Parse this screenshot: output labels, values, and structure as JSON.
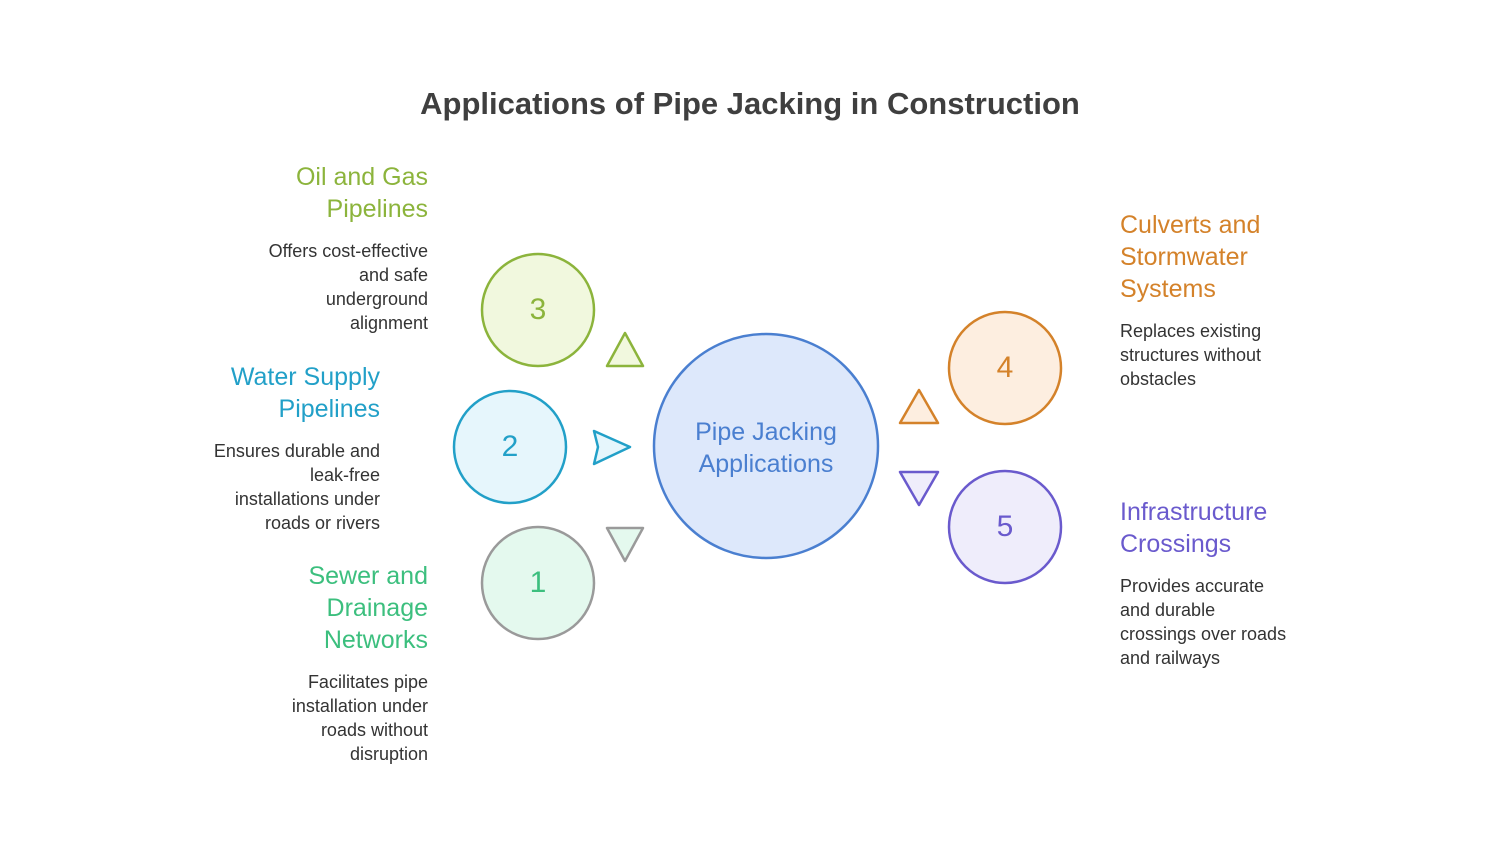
{
  "title": "Applications of Pipe Jacking in Construction",
  "center": {
    "label_line1": "Pipe Jacking",
    "label_line2": "Applications",
    "color": "#4a7fd0"
  },
  "items": [
    {
      "number": "1",
      "heading": [
        "Sewer and",
        "Drainage",
        "Networks"
      ],
      "description": [
        "Facilitates pipe",
        "installation under",
        "roads without",
        "disruption"
      ],
      "color": "#3cbf7e"
    },
    {
      "number": "2",
      "heading": [
        "Water Supply",
        "Pipelines"
      ],
      "description": [
        "Ensures durable and",
        "leak-free",
        "installations under",
        "roads or rivers"
      ],
      "color": "#22a0c8"
    },
    {
      "number": "3",
      "heading": [
        "Oil and Gas",
        "Pipelines"
      ],
      "description": [
        "Offers cost-effective",
        "and safe",
        "underground",
        "alignment"
      ],
      "color": "#8cb43c"
    },
    {
      "number": "4",
      "heading": [
        "Culverts and",
        "Stormwater",
        "Systems"
      ],
      "description": [
        "Replaces existing",
        "structures without",
        "obstacles"
      ],
      "color": "#d4822a"
    },
    {
      "number": "5",
      "heading": [
        "Infrastructure",
        "Crossings"
      ],
      "description": [
        "Provides accurate",
        "and durable",
        "crossings over roads",
        "and railways"
      ],
      "color": "#6a5acd"
    }
  ]
}
